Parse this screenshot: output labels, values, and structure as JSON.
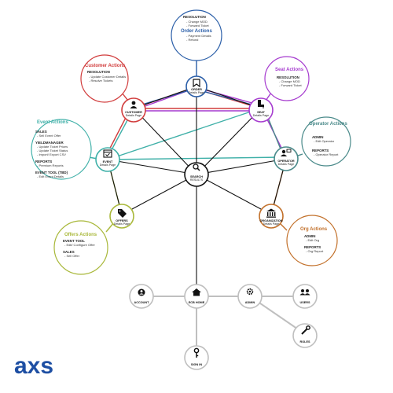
{
  "nodes": {
    "order": {
      "label": "ORDER",
      "sub": "Details Page",
      "icon": "bookmark-icon"
    },
    "customer": {
      "label": "CUSTOMER",
      "sub": "Details Page",
      "icon": "person-icon"
    },
    "seat": {
      "label": "SEAT",
      "sub": "Details Page",
      "icon": "seat-icon"
    },
    "event": {
      "label": "EVENT",
      "sub": "Details Page",
      "icon": "calendar-check-icon"
    },
    "operator": {
      "label": "OPERATOR",
      "sub": "Details Page",
      "icon": "person-badge-icon"
    },
    "search": {
      "label": "SEARCH",
      "sub": "RESULTS",
      "icon": "search-icon"
    },
    "offers": {
      "label": "OFFERS",
      "sub": "Details Page",
      "icon": "tag-icon"
    },
    "organization": {
      "label": "ORGANIZATION",
      "sub": "Details Page",
      "icon": "bank-icon"
    },
    "account": {
      "label": "ACCOUNT",
      "icon": "account-icon"
    },
    "home": {
      "label": "ECB HOME",
      "icon": "home-icon"
    },
    "admin": {
      "label": "ADMIN",
      "icon": "gear-icon"
    },
    "users": {
      "label": "USERS",
      "icon": "users-icon"
    },
    "roles": {
      "label": "ROLES",
      "icon": "wrench-icon"
    },
    "signin": {
      "label": "SIGN IN",
      "icon": "key-icon"
    }
  },
  "panels": {
    "order_actions": {
      "h1": "RESOLUTION",
      "items1": [
        "- Change MOD",
        "- Forward Ticket"
      ],
      "title": "Order Actions",
      "items2": [
        "- Payment Details",
        "- Refund"
      ]
    },
    "customer_actions": {
      "title": "Customer Actions",
      "h1": "RESOLUTION",
      "items1": [
        "- Update Customer Details",
        "- Resolve Tickets"
      ]
    },
    "seat_actions": {
      "title": "Seat Actions",
      "h1": "RESOLUTION",
      "items1": [
        "- Change MOD",
        "- Forward Ticket"
      ]
    },
    "event_actions": {
      "title": "Event Actions",
      "h1": "SALES",
      "items1": [
        "- Sell Event Offer"
      ],
      "h2": "YIELDMANAGER",
      "items2": [
        "- Update Ticket Prices",
        "- Update Ticket Status",
        "- Import/ Export CSV"
      ],
      "h3": "REPORTS",
      "items3": [
        "- Premium Reports"
      ],
      "h4": "EVENT TOOL (TBD)",
      "items4": [
        "- Edit Event Details"
      ]
    },
    "operator_actions": {
      "title": "Operator Actions",
      "h1": "ADMIN",
      "items1": [
        "- Edit Operator"
      ],
      "h2": "REPORTS",
      "items2": [
        "- Operator Report"
      ]
    },
    "offers_actions": {
      "title": "Offers Actions",
      "h1": "EVENT TOOL",
      "items1": [
        "- Edit/ Configure Offer"
      ],
      "h2": "SALES",
      "items2": [
        "- Sell Offer"
      ]
    },
    "org_actions": {
      "title": "Org Actions",
      "h1": "ADMIN",
      "items1": [
        "- Edit Org"
      ],
      "h2": "REPORTS",
      "items2": [
        "- Org Report"
      ]
    }
  },
  "colors": {
    "order": "#2a5ea8",
    "customer": "#d13c3c",
    "seat": "#a63ccf",
    "event": "#3fb0a8",
    "operator": "#4a8a8a",
    "offers": "#a9b83a",
    "org": "#c2702a",
    "line": "#111111",
    "nav": "#bfbfbf"
  },
  "logo": {
    "text": "axs"
  }
}
